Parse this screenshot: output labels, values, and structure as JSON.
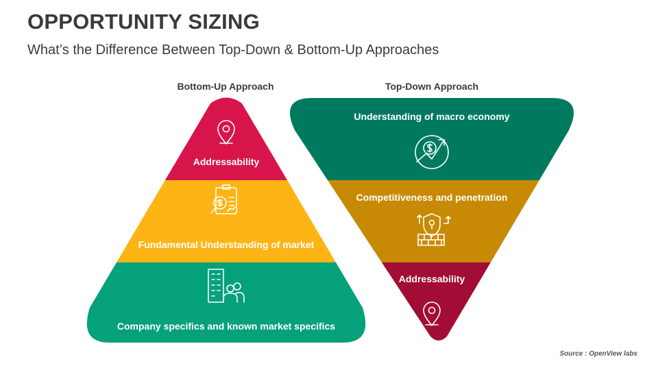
{
  "title": "OPPORTUNITY SIZING",
  "subtitle": "What’s the Difference Between Top-Down & Bottom-Up Approaches",
  "bottom_up": {
    "heading": "Bottom-Up Approach",
    "levels": [
      {
        "label": "Addressability",
        "icon": "location-pin-icon",
        "color": "#d7154a"
      },
      {
        "label": "Fundamental Understanding of market",
        "icon": "financial-report-icon",
        "color": "#fdb515"
      },
      {
        "label": "Company specifics and known market specifics",
        "icon": "office-building-people-icon",
        "color": "#05a17b"
      }
    ]
  },
  "top_down": {
    "heading": "Top-Down Approach",
    "levels": [
      {
        "label": "Understanding of macro economy",
        "icon": "dollar-growth-icon",
        "color": "#007a5e"
      },
      {
        "label": "Competitiveness and penetration",
        "icon": "shield-wall-icon",
        "color": "#c88a04"
      },
      {
        "label": "Addressability",
        "icon": "location-pin-icon",
        "color": "#a20d35"
      }
    ]
  },
  "source": "Source : OpenView labs"
}
